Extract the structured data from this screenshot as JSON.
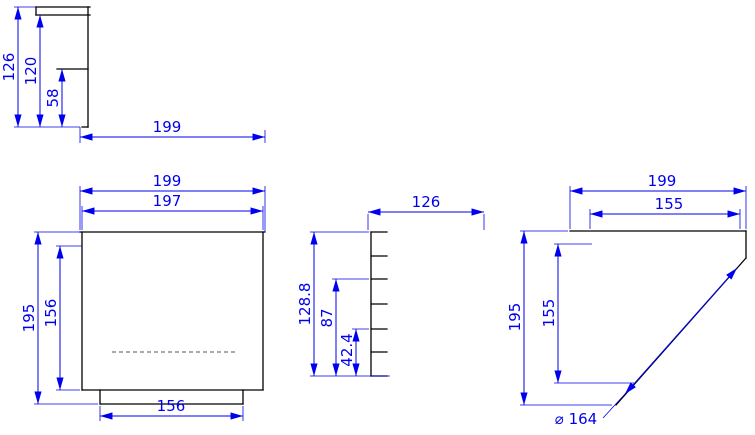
{
  "drawing": {
    "type": "technical-dimension-drawing",
    "colors": {
      "dimension": "#0000ee",
      "object": "#000000",
      "hidden": "#555555",
      "background": "#ffffff"
    },
    "views": {
      "side": {
        "depth_overall": "126",
        "depth_inner": "120",
        "depth_step": "58",
        "width": "199"
      },
      "front": {
        "width_outer": "199",
        "width_inner": "197",
        "height_overall": "195",
        "height_body": "156",
        "base_width": "156"
      },
      "section": {
        "width": "126",
        "height_total": "128.8",
        "height_mid": "87",
        "height_low": "42.4"
      },
      "rear": {
        "width_outer": "199",
        "width_top": "155",
        "height_overall": "195",
        "height_inner": "155",
        "diameter": "⌀ 164"
      }
    }
  }
}
